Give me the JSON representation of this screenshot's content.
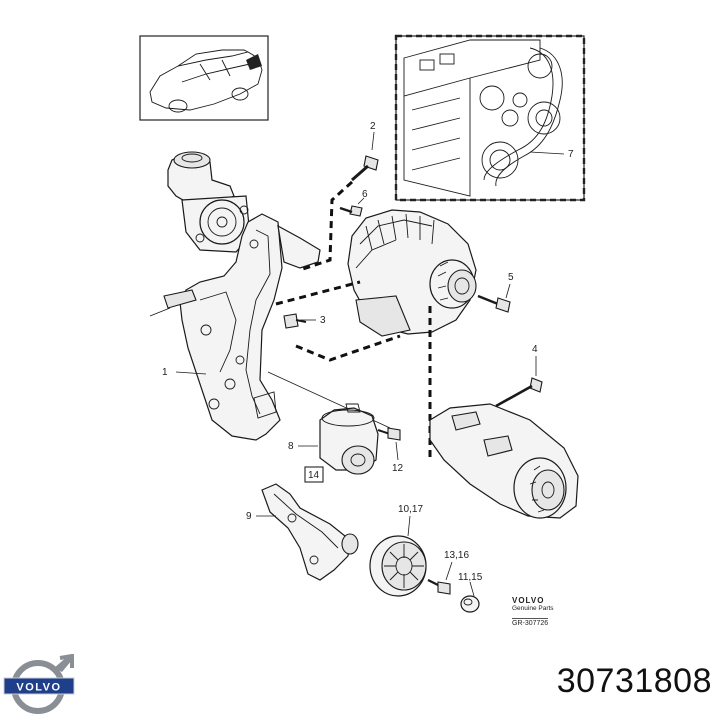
{
  "diagram": {
    "callouts": {
      "c1": "1",
      "c2": "2",
      "c3": "3",
      "c4": "4",
      "c5": "5",
      "c6": "6",
      "c7": "7",
      "c8": "8",
      "c9": "9",
      "c10_17": "10,17",
      "c11_15": "11,15",
      "c12": "12",
      "c13_16": "13,16",
      "c14": "14"
    }
  },
  "stamp": {
    "brand": "VOLVO",
    "line1": "Genuine Parts",
    "ref": "GR-307726"
  },
  "logo": {
    "text": "VOLVO"
  },
  "part_number": "30731808",
  "colors": {
    "ink": "#1a1a1a",
    "logo_blue": "#1f3f8a",
    "logo_steel": "#8a8f96"
  }
}
